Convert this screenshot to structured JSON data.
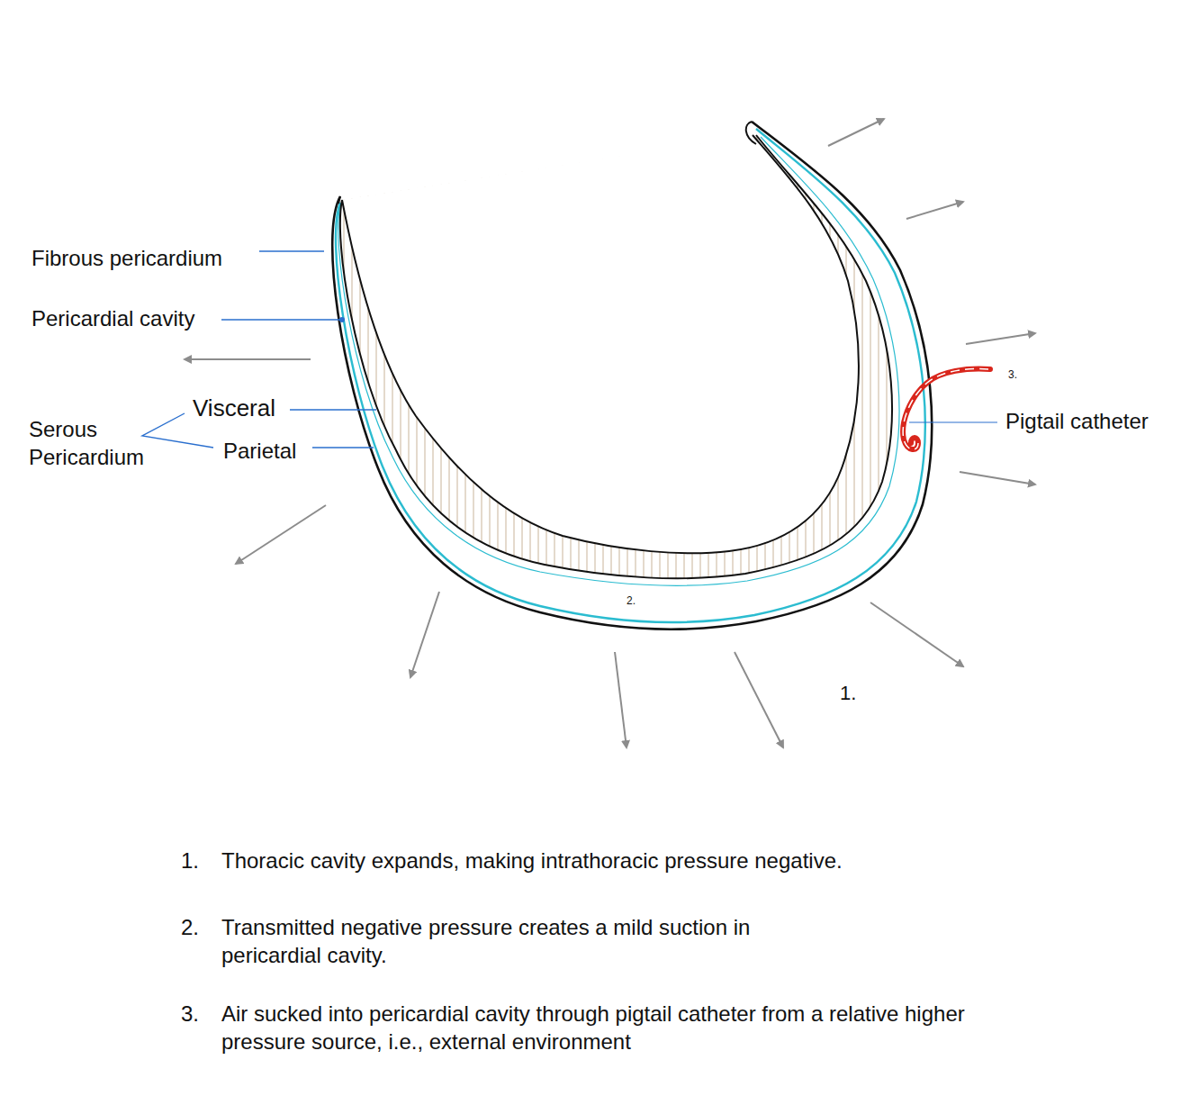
{
  "diagram": {
    "labels": [
      "Fibrous pericardium",
      "Pericardial cavity",
      "Visceral",
      "Serous Pericardium",
      "Parietal",
      "3.",
      "Pigtail catheter",
      "2.",
      "1.",
      "1.",
      "Thoracic cavity expands, making intrathoracic pressure negative.",
      "2.",
      "Transmitted negative pressure creates a mild suction in pericardial cavity.",
      "3.",
      "Air sucked into pericardial cavity through pigtail catheter from a relative higher pressure source, i.e., external environment"
    ]
  }
}
